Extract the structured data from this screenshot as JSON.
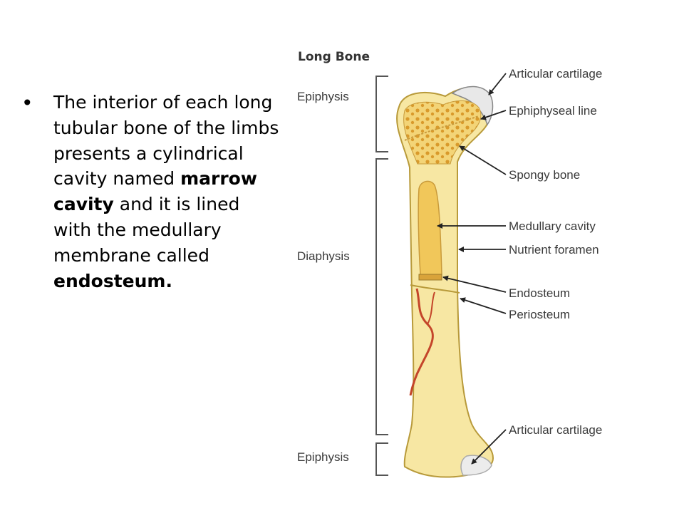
{
  "bullet": {
    "text_1": "The interior of each long tubular bone of the limbs presents a cylindrical cavity named ",
    "bold_1": "marrow cavity",
    "text_2": " and it is lined with the medullary membrane called ",
    "bold_2": "endosteum."
  },
  "diagram": {
    "title": "Long Bone",
    "left_labels": {
      "epiphysis_top": "Epiphysis",
      "diaphysis": "Diaphysis",
      "epiphysis_bottom": "Epiphysis"
    },
    "right_labels": [
      "Articular cartilage",
      "Ephiphyseal line",
      "Spongy bone",
      "Medullary cavity",
      "Nutrient foramen",
      "Endosteum",
      "Periosteum",
      "Articular cartilage"
    ],
    "colors": {
      "bone": "#f7e7a3",
      "bone_outline": "#b89a3a",
      "spongy": "#e9b84a",
      "cartilage": "#e8e8e8",
      "vessel": "#c4452a"
    }
  }
}
